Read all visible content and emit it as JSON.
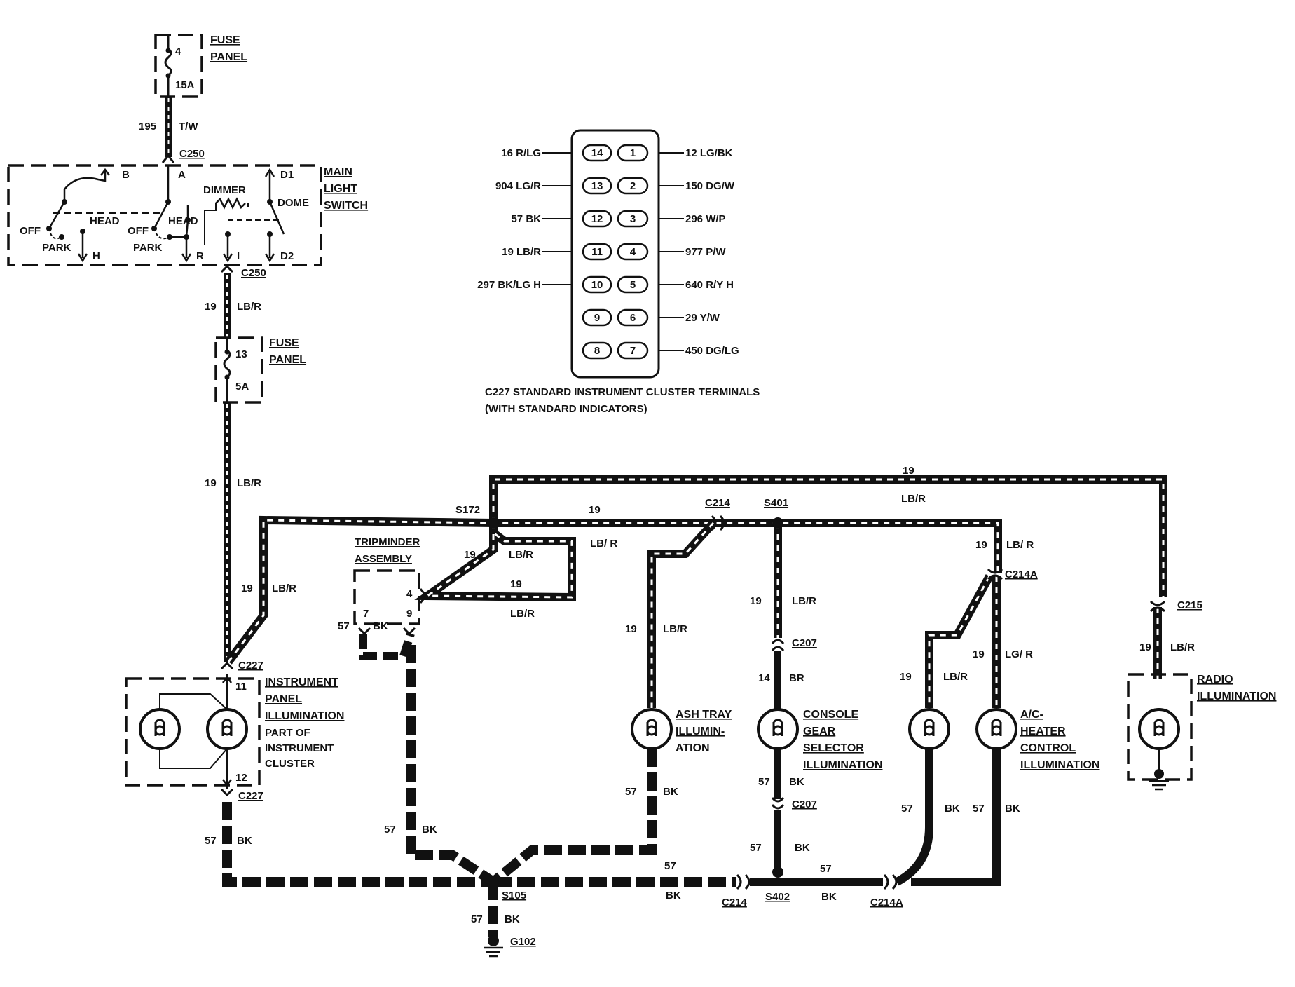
{
  "fuse_panel_top": {
    "label_line1": "FUSE",
    "label_line2": "PANEL",
    "fuse_no": "4",
    "rating": "15A"
  },
  "fuse_panel_mid": {
    "label_line1": "FUSE",
    "label_line2": "PANEL",
    "fuse_no": "13",
    "rating": "5A"
  },
  "wire_195": {
    "circuit": "195",
    "color": "T/W"
  },
  "main_light_switch": {
    "label_line1": "MAIN",
    "label_line2": "LIGHT",
    "label_line3": "SWITCH",
    "c250_top": "C250",
    "c250_bottom": "C250",
    "terminals": {
      "a": "A",
      "b": "B",
      "h": "H",
      "r": "R",
      "i": "I",
      "d1": "D1",
      "d2": "D2"
    },
    "positions": {
      "off1": "OFF",
      "park1": "PARK",
      "head1": "HEAD",
      "off2": "OFF",
      "park2": "PARK",
      "head2": "HEAD",
      "dimmer": "DIMMER",
      "dome": "DOME"
    }
  },
  "wire_19_a": {
    "circuit": "19",
    "color": "LB/R"
  },
  "wire_19_b": {
    "circuit": "19",
    "color": "LB/R"
  },
  "c227_terminals": {
    "title_line1": "C227 STANDARD INSTRUMENT CLUSTER TERMINALS",
    "title_line2": "(WITH STANDARD INDICATORS)",
    "left": [
      {
        "pin": "14",
        "wire": "16 R/LG"
      },
      {
        "pin": "13",
        "wire": "904 LG/R"
      },
      {
        "pin": "12",
        "wire": "57 BK"
      },
      {
        "pin": "11",
        "wire": "19 LB/R"
      },
      {
        "pin": "10",
        "wire": "297 BK/LG H"
      },
      {
        "pin": "9",
        "wire": ""
      },
      {
        "pin": "8",
        "wire": ""
      }
    ],
    "right": [
      {
        "pin": "1",
        "wire": "12 LG/BK"
      },
      {
        "pin": "2",
        "wire": "150 DG/W"
      },
      {
        "pin": "3",
        "wire": "296 W/P"
      },
      {
        "pin": "4",
        "wire": "977 P/W"
      },
      {
        "pin": "5",
        "wire": "640 R/Y H"
      },
      {
        "pin": "6",
        "wire": "29 Y/W"
      },
      {
        "pin": "7",
        "wire": "450 DG/LG"
      }
    ]
  },
  "top_bus": {
    "circuit": "19",
    "color": "LB/R"
  },
  "mid_bus": {
    "circuit": "19",
    "color": "LB/ R"
  },
  "s172": "S172",
  "c214_top": "C214",
  "s401": "S401",
  "tripminder": {
    "line1": "TRIPMINDER",
    "line2": "ASSEMBLY",
    "pin4": "4",
    "pin7": "7",
    "pin9": "9",
    "loop_circuit_1": "19",
    "loop_color_1": "LB/R",
    "loop_circuit_2": "19",
    "loop_color_2": "LB/R",
    "feed_circuit": "19"
  },
  "instrument_panel": {
    "line1": "INSTRUMENT",
    "line2": "PANEL",
    "line3": "ILLUMINATION",
    "line4": "PART OF",
    "line5": "INSTRUMENT",
    "line6": "CLUSTER",
    "c227_top": "C227",
    "pin11": "11",
    "pin12": "12",
    "c227_bottom": "C227",
    "feed_circuit": "19",
    "feed_color": "LB/R"
  },
  "ash_tray": {
    "line1": "ASH TRAY",
    "line2": "ILLUMIN-",
    "line3": "ATION",
    "circuit": "19",
    "color": "LB/R",
    "gnd_circuit": "57",
    "gnd_color": "BK"
  },
  "console": {
    "line1": "CONSOLE",
    "line2": "GEAR",
    "line3": "SELECTOR",
    "line4": "ILLUMINATION",
    "circuit": "19",
    "color": "LB/R",
    "c207_a": "C207",
    "br_circuit": "14",
    "br_color": "BR",
    "gnd_circuit": "57",
    "gnd_color": "BK",
    "c207_b": "C207",
    "gnd2_circuit": "57",
    "gnd2_color": "BK"
  },
  "ac_heater": {
    "line1": "A/C-",
    "line2": "HEATER",
    "line3": "CONTROL",
    "line4": "ILLUMINATION",
    "c214a_top": "C214A",
    "feed_circuit": "19",
    "feed_color": "LB/ R",
    "left_circuit": "19",
    "left_color": "LB/R",
    "right_circuit": "19",
    "right_color": "LG/ R",
    "gnd_l_circuit": "57",
    "gnd_l_color": "BK",
    "gnd_r_circuit": "57",
    "gnd_r_color": "BK"
  },
  "radio": {
    "line1": "RADIO",
    "line2": "ILLUMINATION",
    "c215": "C215",
    "circuit": "19",
    "color": "LB/R"
  },
  "ground_bus": {
    "ip_circuit": "57",
    "ip_color": "BK",
    "trip_circuit": "57",
    "trip_color": "BK",
    "trip_gnd_circuit": "57",
    "trip_gnd_color": "BK",
    "s105": "S105",
    "mid_circuit": "57",
    "mid_color": "BK",
    "c214": "C214",
    "s402": "S402",
    "right_circuit": "57",
    "right_color": "BK",
    "c214a": "C214A",
    "g102_circuit": "57",
    "g102_color": "BK",
    "g102": "G102"
  }
}
